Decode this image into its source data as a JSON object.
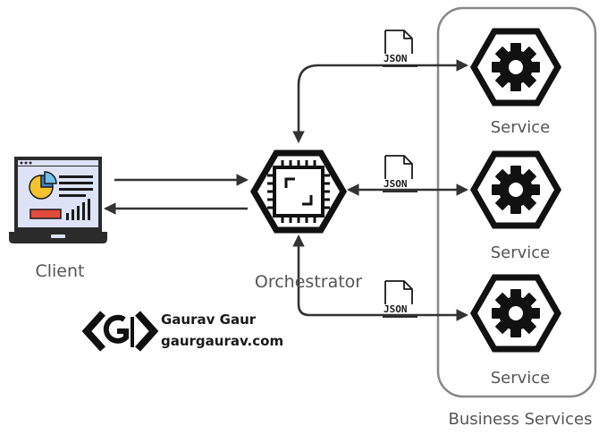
{
  "labels": {
    "client": "Client",
    "orchestrator": "Orchestrator",
    "business_services": "Business Services"
  },
  "services": [
    {
      "label": "Service"
    },
    {
      "label": "Service"
    },
    {
      "label": "Service"
    }
  ],
  "payload_label": "JSON",
  "brand": {
    "name": "Gaurav Gaur",
    "site": "gaurgaurav.com",
    "logo_text": "G"
  },
  "colors": {
    "stroke": "#333333",
    "dark": "#111111",
    "container_border": "#888888",
    "laptop_screen": "#dde2f6",
    "chart_yellow": "#f4c22e",
    "chart_blue": "#3c85c6",
    "bar_red": "#e24b3b"
  },
  "icons": {
    "client": "laptop-dashboard-icon",
    "orchestrator": "hexagon-cpu-icon",
    "service": "hexagon-gear-icon",
    "payload": "json-file-icon",
    "brand": "gi-logo-icon"
  }
}
